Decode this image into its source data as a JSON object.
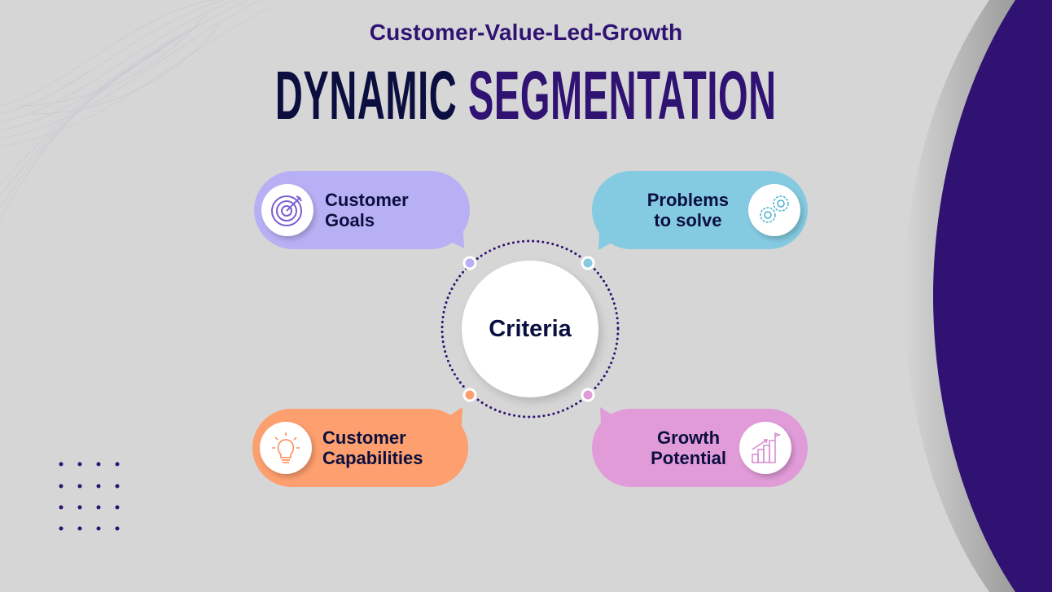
{
  "header": {
    "subtitle": "Customer-Value-Led-Growth",
    "title_part1": "DYNAMIC",
    "title_part2": "SEGMENTATION"
  },
  "center": {
    "label": "Criteria"
  },
  "criteria": [
    {
      "line1": "Customer",
      "line2": "Goals",
      "icon": "target-icon",
      "color": "#b8b0f4"
    },
    {
      "line1": "Problems",
      "line2": "to solve",
      "icon": "gears-icon",
      "color": "#84cae0"
    },
    {
      "line1": "Customer",
      "line2": "Capabilities",
      "icon": "lightbulb-icon",
      "color": "#fd9f6e"
    },
    {
      "line1": "Growth",
      "line2": "Potential",
      "icon": "growth-chart-icon",
      "color": "#e09bd8"
    }
  ],
  "colors": {
    "accent": "#2f1272",
    "dark": "#0b0f3f",
    "background": "#d6d6d6"
  }
}
